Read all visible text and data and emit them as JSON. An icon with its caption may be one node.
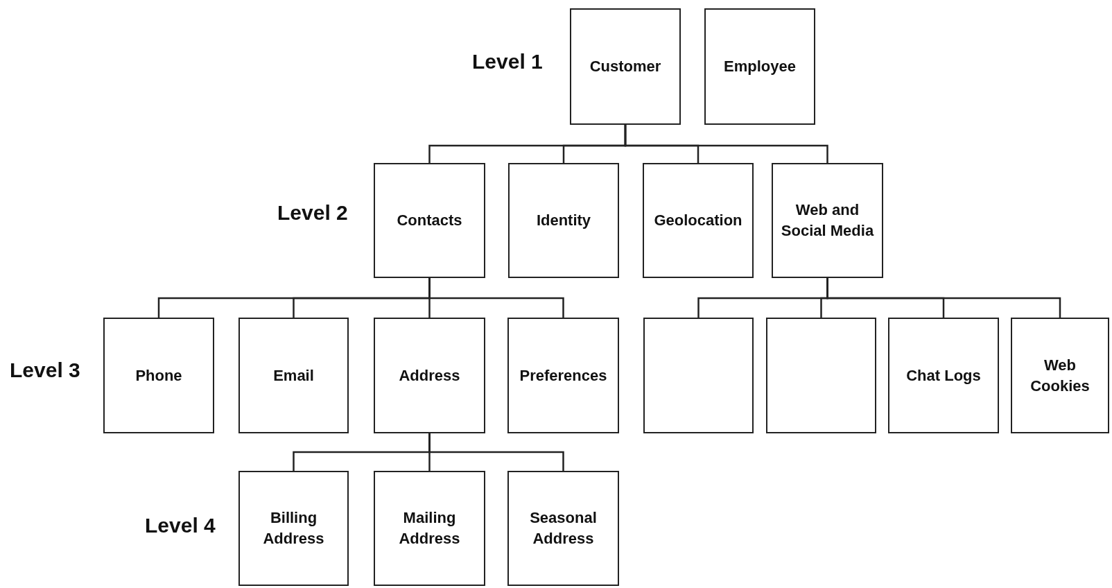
{
  "diagram": {
    "nodes": [
      {
        "text": [
          "Customer"
        ]
      },
      {
        "text": [
          "Employee"
        ]
      },
      {
        "text": [
          "Contacts"
        ]
      },
      {
        "text": [
          "Identity"
        ]
      },
      {
        "text": [
          "Geolocation"
        ]
      },
      {
        "text": [
          "Web and Social Media"
        ]
      },
      {
        "text": [
          "Phone"
        ]
      },
      {
        "text": [
          "Email"
        ]
      },
      {
        "text": [
          "Address"
        ]
      },
      {
        "text": [
          "Preferences"
        ]
      },
      {
        "text": [],
        "shape": "box"
      },
      {
        "text": [],
        "shape": "box"
      },
      {
        "text": [
          "Chat Logs"
        ]
      },
      {
        "text": [
          "Web Cookies"
        ]
      },
      {
        "text": [
          "Billing Address"
        ]
      },
      {
        "text": [
          "Mailing Address"
        ]
      },
      {
        "text": [
          "Seasonal Address"
        ]
      }
    ],
    "edges": [
      {
        "from": 0,
        "to": 2,
        "arrow": "none"
      },
      {
        "from": 0,
        "to": 3,
        "arrow": "none"
      },
      {
        "from": 0,
        "to": 4,
        "arrow": "none"
      },
      {
        "from": 0,
        "to": 5,
        "arrow": "none"
      },
      {
        "from": 2,
        "to": 6,
        "arrow": "none"
      },
      {
        "from": 2,
        "to": 7,
        "arrow": "none"
      },
      {
        "from": 2,
        "to": 8,
        "arrow": "none"
      },
      {
        "from": 2,
        "to": 9,
        "arrow": "none"
      },
      {
        "from": 5,
        "to": 10,
        "arrow": "none"
      },
      {
        "from": 5,
        "to": 11,
        "arrow": "none"
      },
      {
        "from": 5,
        "to": 12,
        "arrow": "none"
      },
      {
        "from": 5,
        "to": 13,
        "arrow": "none"
      },
      {
        "from": 8,
        "to": 14,
        "arrow": "none"
      },
      {
        "from": 8,
        "to": 15,
        "arrow": "none"
      },
      {
        "from": 8,
        "to": 16,
        "arrow": "none"
      }
    ],
    "labels": [
      "Level 1",
      "Level 2",
      "Level 3",
      "Level 4"
    ]
  }
}
